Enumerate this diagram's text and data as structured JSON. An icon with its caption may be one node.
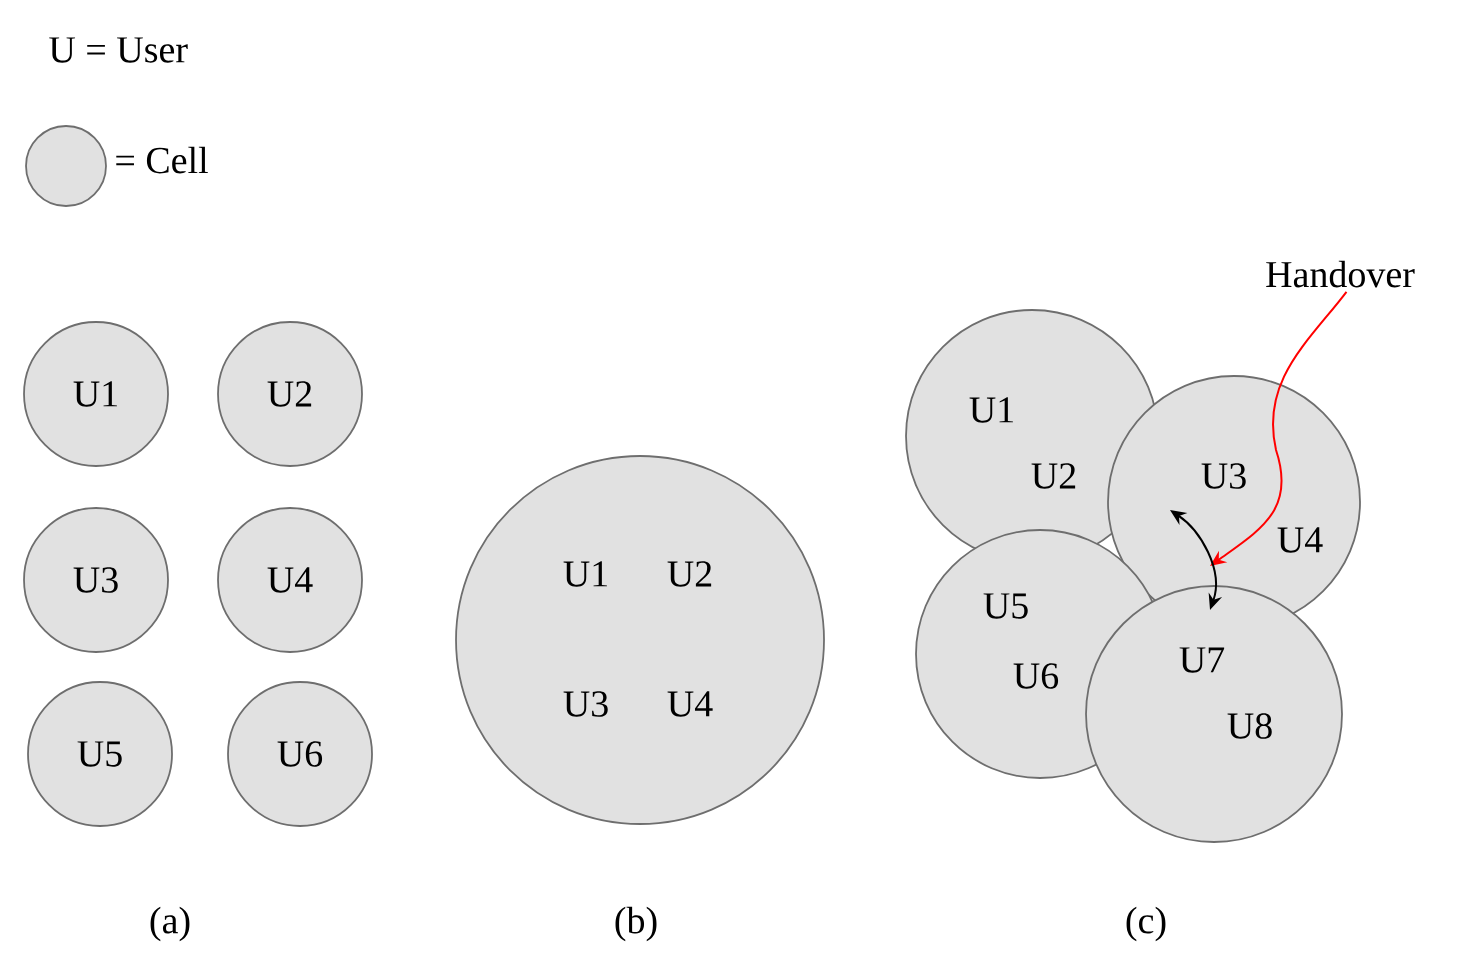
{
  "diagram": {
    "nodes": [
      {
        "text": [
          "U1"
        ]
      },
      {
        "text": [
          "U2"
        ]
      },
      {
        "text": [
          "U3"
        ]
      },
      {
        "text": [
          "U4"
        ]
      },
      {
        "text": [
          "U5"
        ]
      },
      {
        "text": [
          "U6"
        ]
      },
      {
        "text": [
          "U1",
          "U2",
          "U3",
          "U4"
        ]
      },
      {
        "text": [
          "U1",
          "U2"
        ]
      },
      {
        "text": [
          "U3",
          "U4"
        ]
      },
      {
        "text": [
          "U5",
          "U6"
        ]
      },
      {
        "text": [
          "U7",
          "U8"
        ]
      },
      {
        "text": [
          "Handover"
        ]
      }
    ],
    "edges": [
      {
        "from": 11,
        "to": 8,
        "arrow": "to",
        "color": "#ff0000"
      },
      {
        "from": 8,
        "to": 10,
        "arrow": "both",
        "color": "#000000"
      }
    ],
    "labels": [
      "(a)",
      "(b)",
      "(c)"
    ],
    "legend": [
      {
        "text": "U = User"
      },
      {
        "text": "= Cell"
      }
    ]
  }
}
